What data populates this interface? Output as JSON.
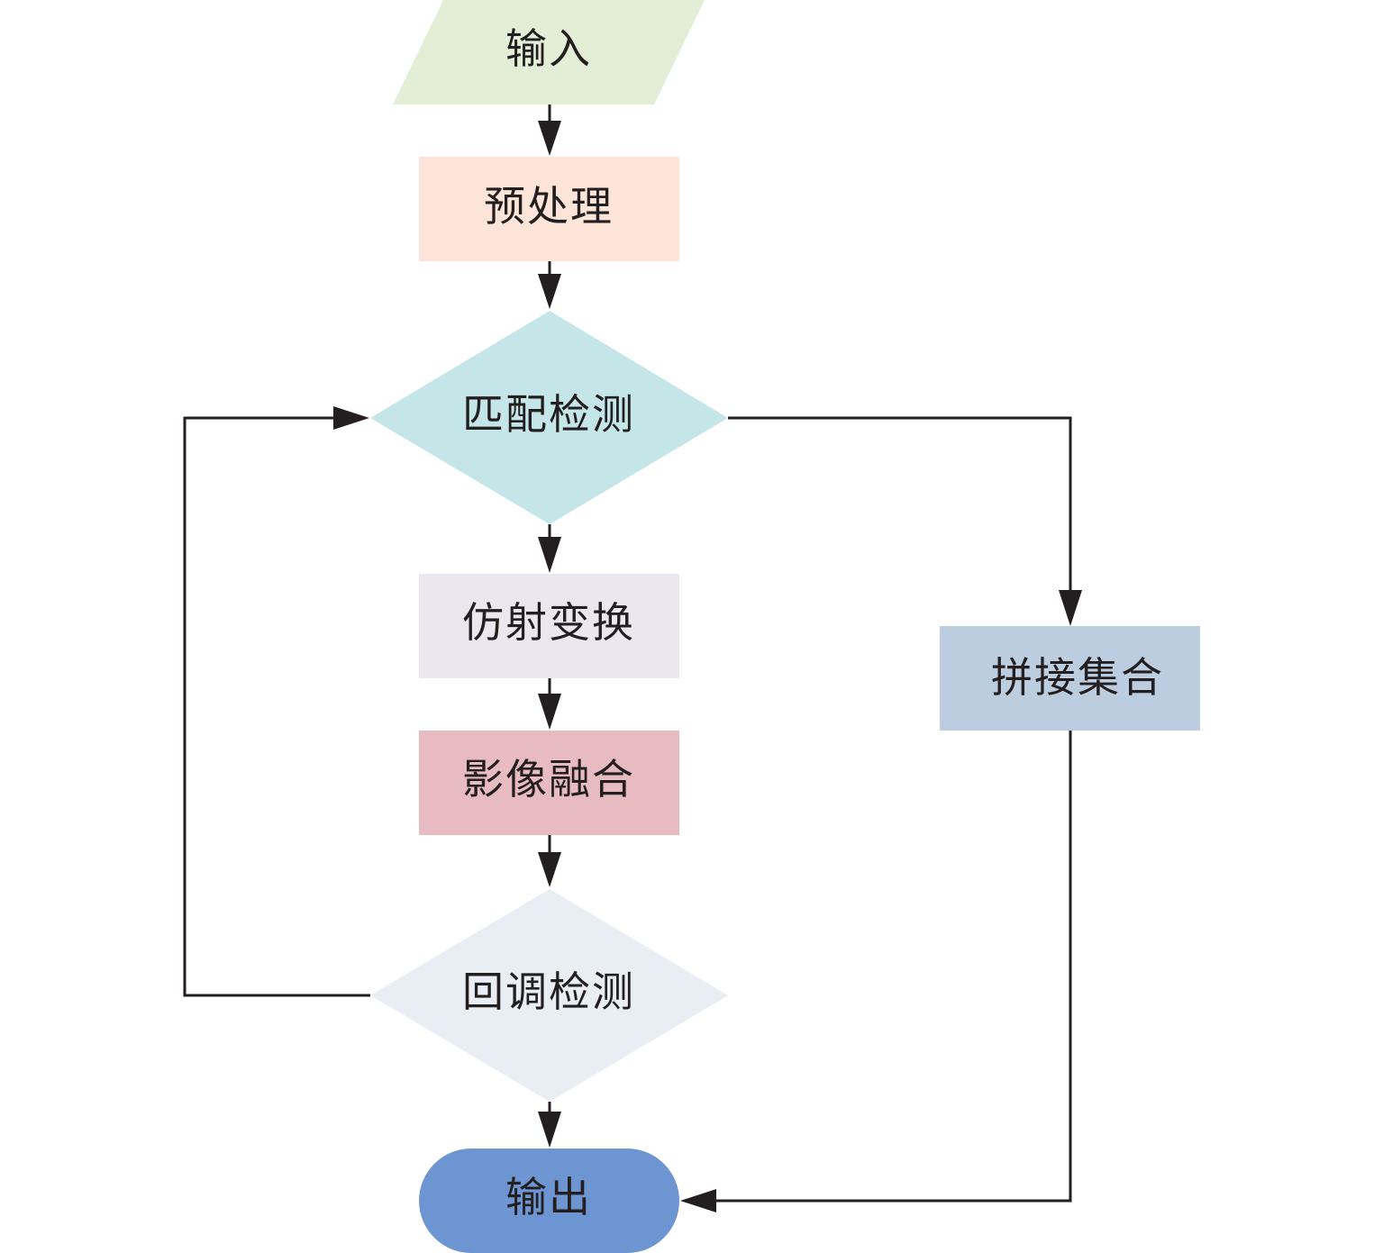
{
  "nodes": {
    "input": {
      "label": "输入",
      "shape": "parallelogram",
      "color": "#e2eed6"
    },
    "preprocess": {
      "label": "预处理",
      "shape": "rectangle",
      "color": "#fce5d8"
    },
    "match_detect": {
      "label": "匹配检测",
      "shape": "diamond",
      "color": "#c5e6e8"
    },
    "affine": {
      "label": "仿射变换",
      "shape": "rectangle",
      "color": "#ebe7ef"
    },
    "fusion": {
      "label": "影像融合",
      "shape": "rectangle",
      "color": "#e8bbc1"
    },
    "callback_detect": {
      "label": "回调检测",
      "shape": "diamond",
      "color": "#e9edf4"
    },
    "stitch_set": {
      "label": "拼接集合",
      "shape": "rectangle",
      "color": "#bccde0"
    },
    "output": {
      "label": "输出",
      "shape": "rounded-terminal",
      "color": "#6d95d2"
    }
  },
  "edges": [
    {
      "from": "input",
      "to": "preprocess"
    },
    {
      "from": "preprocess",
      "to": "match_detect"
    },
    {
      "from": "match_detect",
      "to": "affine"
    },
    {
      "from": "affine",
      "to": "fusion"
    },
    {
      "from": "fusion",
      "to": "callback_detect"
    },
    {
      "from": "callback_detect",
      "to": "output"
    },
    {
      "from": "callback_detect",
      "to": "match_detect"
    },
    {
      "from": "match_detect",
      "to": "stitch_set"
    },
    {
      "from": "stitch_set",
      "to": "output"
    }
  ],
  "colors": {
    "line": "#231f20",
    "text": "#231f20"
  }
}
